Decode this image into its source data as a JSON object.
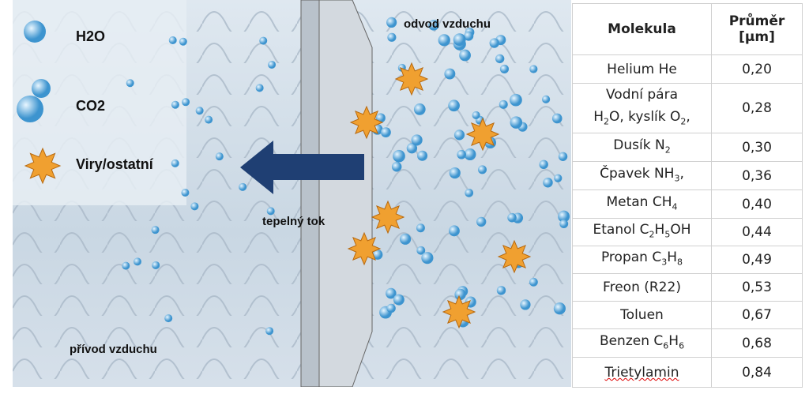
{
  "legend": {
    "h2o": "H2O",
    "co2": "CO2",
    "viruses": "Viry/ostatní"
  },
  "labels": {
    "exhaust": "odvod vzduchu",
    "heat_flow": "tepelný tok",
    "supply": "přívod vzduchu"
  },
  "table": {
    "headers": [
      "Molekula",
      "Průměr [µm]"
    ],
    "rows": [
      {
        "name": [
          [
            "Helium He",
            ""
          ]
        ],
        "value": "0,20"
      },
      {
        "name": [
          [
            "Vodní pára H",
            ""
          ],
          [
            "",
            "2"
          ],
          [
            "O, kyslík O",
            ""
          ],
          [
            "",
            "2"
          ],
          [
            ",",
            ""
          ]
        ],
        "value": "0,28"
      },
      {
        "name": [
          [
            "Dusík N",
            ""
          ],
          [
            "",
            "2"
          ]
        ],
        "value": "0,30"
      },
      {
        "name": [
          [
            "Čpavek NH",
            ""
          ],
          [
            "",
            "3"
          ],
          [
            ",",
            ""
          ]
        ],
        "value": "0,36"
      },
      {
        "name": [
          [
            "Metan CH",
            ""
          ],
          [
            "",
            "4"
          ]
        ],
        "value": "0,40"
      },
      {
        "name": [
          [
            "Etanol C",
            ""
          ],
          [
            "",
            "2"
          ],
          [
            "H",
            ""
          ],
          [
            "",
            "5"
          ],
          [
            "OH",
            ""
          ]
        ],
        "value": "0,44"
      },
      {
        "name": [
          [
            "Propan C",
            ""
          ],
          [
            "",
            "3"
          ],
          [
            "H",
            ""
          ],
          [
            "",
            "8"
          ]
        ],
        "value": "0,49"
      },
      {
        "name": [
          [
            "Freon (R22)",
            ""
          ]
        ],
        "value": "0,53"
      },
      {
        "name": [
          [
            "Toluen",
            ""
          ]
        ],
        "value": "0,67"
      },
      {
        "name": [
          [
            "Benzen C",
            ""
          ],
          [
            "",
            "6"
          ],
          [
            "H",
            ""
          ],
          [
            "",
            "6"
          ]
        ],
        "value": "0,68"
      },
      {
        "name": [
          [
            "Trietylamin",
            ""
          ]
        ],
        "value": "0,84"
      }
    ]
  },
  "colors": {
    "arrow": "#1f3f73",
    "molecule": "#6db8e8",
    "virus": "#f0a030"
  }
}
